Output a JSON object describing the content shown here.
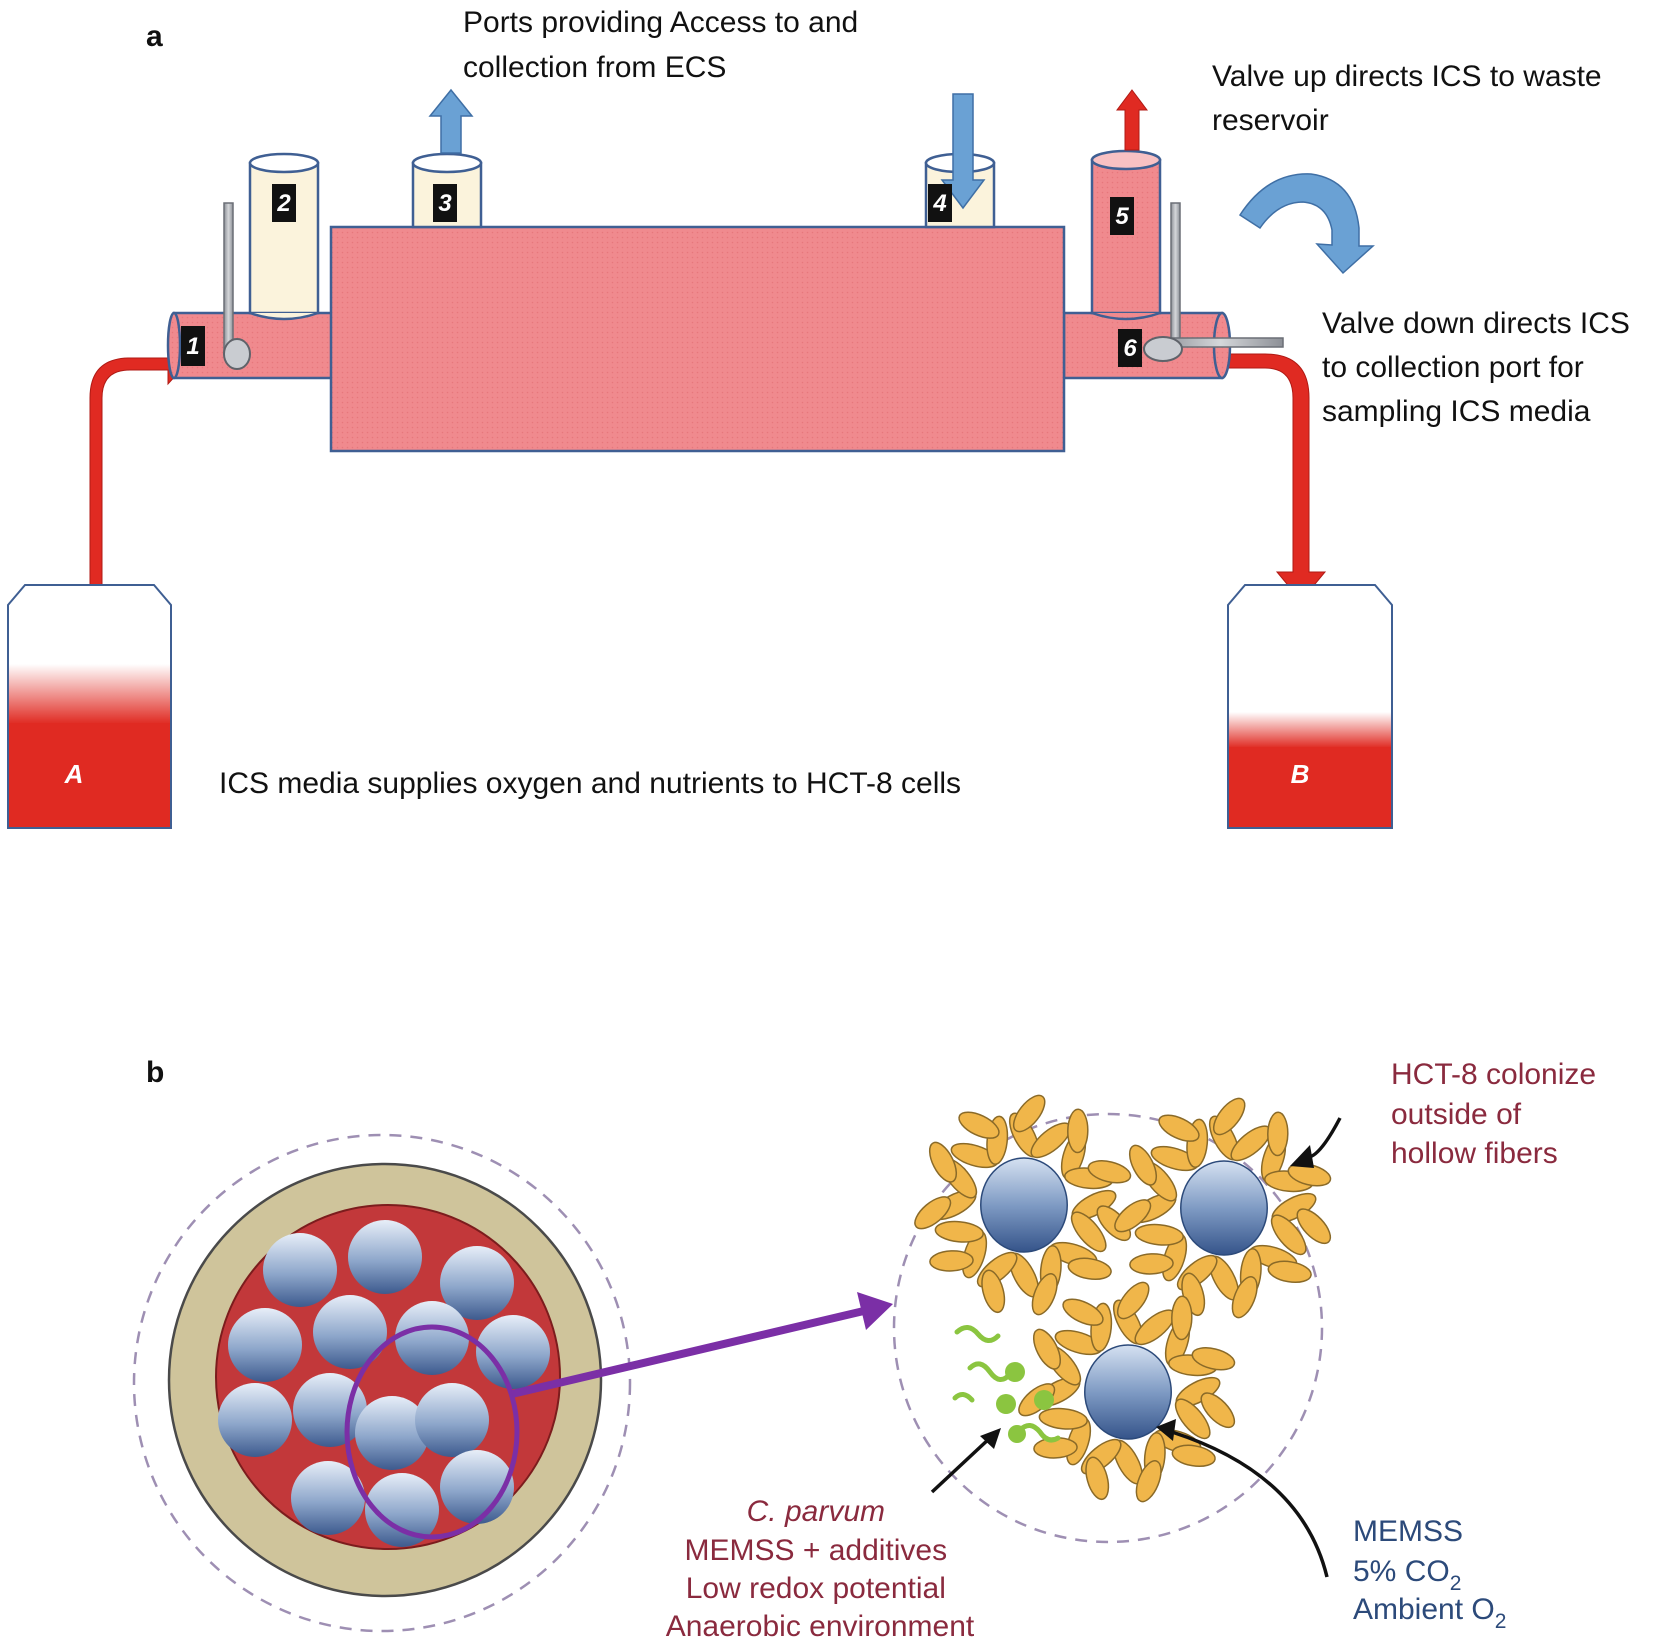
{
  "panel_a": {
    "letter": "a",
    "ports_label": [
      "Ports providing Access to and",
      "collection from ECS"
    ],
    "valve_up_label": [
      "Valve up directs ICS to waste",
      "reservoir"
    ],
    "valve_down_label": [
      "Valve down directs ICS",
      "to collection port for",
      "sampling ICS media"
    ],
    "ics_media_label": "ICS media supplies oxygen and nutrients to HCT-8 cells",
    "port_numbers": [
      "1",
      "2",
      "3",
      "4",
      "5",
      "6"
    ],
    "bottle_a": "A",
    "bottle_b": "B"
  },
  "panel_b": {
    "letter": "b",
    "hct8_label": [
      "HCT-8 colonize",
      "outside of",
      "hollow fibers"
    ],
    "cparvum_title": "C. parvum",
    "cparvum_lines": [
      "MEMSS + additives",
      "Low redox potential",
      "Anaerobic environment"
    ],
    "memss_line": "MEMSS",
    "co2_prefix": "5% CO",
    "co2_sub": "2",
    "o2_prefix": "Ambient O",
    "o2_sub": "2"
  },
  "colors": {
    "flow_red": "#e02a22",
    "ics_pink": "#f08a8e",
    "ecs_cream": "#fbf3dc",
    "arrow_blue": "#6aa1d4",
    "outline_blue": "#3f5f93",
    "fiber_blue": "#8aa3c7",
    "cell_yellow": "#f0b64a",
    "parasite_green": "#8bc540",
    "purple": "#7b2fa6",
    "maroon_text": "#8a2a3e",
    "blue_text": "#2c4a7a"
  }
}
